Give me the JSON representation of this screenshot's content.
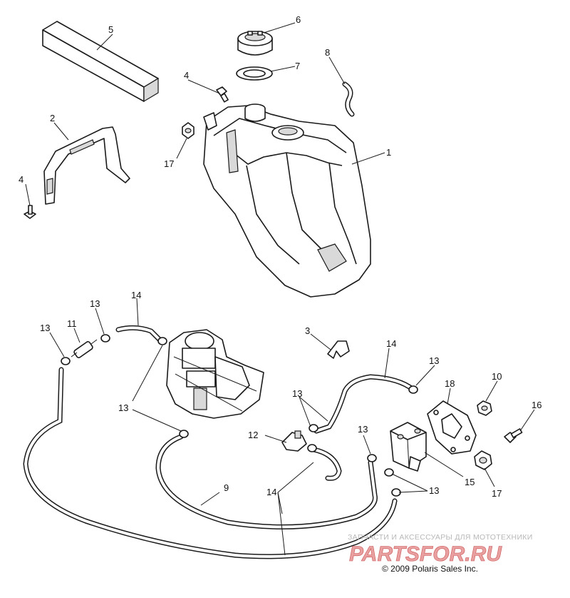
{
  "diagram": {
    "callouts": {
      "c1": "1",
      "c2": "2",
      "c3": "3",
      "c4a": "4",
      "c4b": "4",
      "c5": "5",
      "c6": "6",
      "c7": "7",
      "c8": "8",
      "c9": "9",
      "c10": "10",
      "c11": "11",
      "c12": "12",
      "c13a": "13",
      "c13b": "13",
      "c13c": "13",
      "c13d": "13",
      "c13e": "13",
      "c13f": "13",
      "c13g": "13",
      "c14a": "14",
      "c14b": "14",
      "c14c": "14",
      "c15": "15",
      "c16": "16",
      "c17a": "17",
      "c17b": "17",
      "c18": "18"
    },
    "watermark_caption": "ЗАПЧАСТИ И АКСЕССУАРЫ ДЛЯ МОТОТЕХНИКИ",
    "watermark_logo": "PARTSFOR.RU",
    "copyright": "© 2009 Polaris Sales Inc."
  }
}
